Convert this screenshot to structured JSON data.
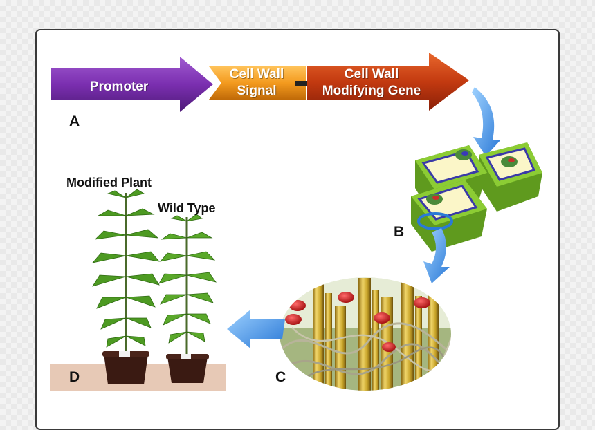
{
  "construct": {
    "promoter": "Promoter",
    "signal_line1": "Cell Wall",
    "signal_line2": "Signal",
    "gene_line1": "Cell Wall",
    "gene_line2": "Modifying Gene"
  },
  "panels": {
    "a": "A",
    "b": "B",
    "c": "C",
    "d": "D"
  },
  "plants": {
    "modified": "Modified Plant",
    "wild": "Wild Type"
  },
  "colors": {
    "promoter": "#7b2fb0",
    "signal": "#f39a1e",
    "gene": "#c33a10",
    "cell_green": "#7ab82a",
    "cell_fill": "#fbf6c8",
    "cell_border": "#3a3aa8",
    "flow_arrow": "#3d8fe0",
    "fiber": "#c9a52a",
    "red_cell": "#c81a1a",
    "leaf": "#4d9a22",
    "pot": "#3a1a12"
  }
}
